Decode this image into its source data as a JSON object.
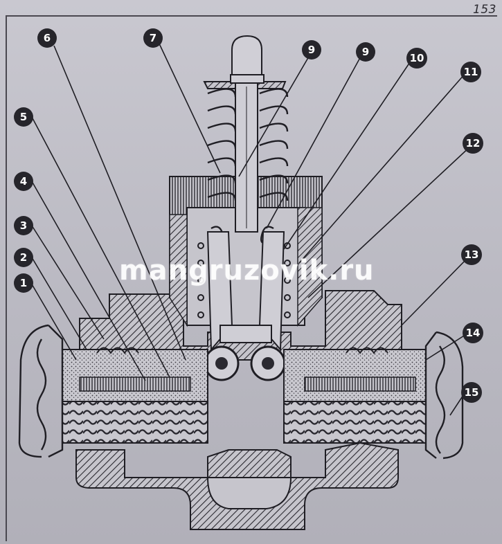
{
  "page": {
    "number": "153",
    "watermark": "mangruzovik.ru"
  },
  "colors": {
    "paper": "#c4c3cb",
    "ink": "#1f1e24",
    "callout_fill": "#26252b",
    "watermark": "#ffffff"
  },
  "callouts": [
    {
      "id": "c1",
      "label": "1"
    },
    {
      "id": "c2",
      "label": "2"
    },
    {
      "id": "c3",
      "label": "3"
    },
    {
      "id": "c4",
      "label": "4"
    },
    {
      "id": "c5",
      "label": "5"
    },
    {
      "id": "c6",
      "label": "6"
    },
    {
      "id": "c7",
      "label": "7"
    },
    {
      "id": "c8",
      "label": "9"
    },
    {
      "id": "c9",
      "label": "9"
    },
    {
      "id": "c10",
      "label": "10"
    },
    {
      "id": "c11",
      "label": "11"
    },
    {
      "id": "c12",
      "label": "12"
    },
    {
      "id": "c13",
      "label": "13"
    },
    {
      "id": "c14",
      "label": "14"
    },
    {
      "id": "c15",
      "label": "15"
    }
  ]
}
